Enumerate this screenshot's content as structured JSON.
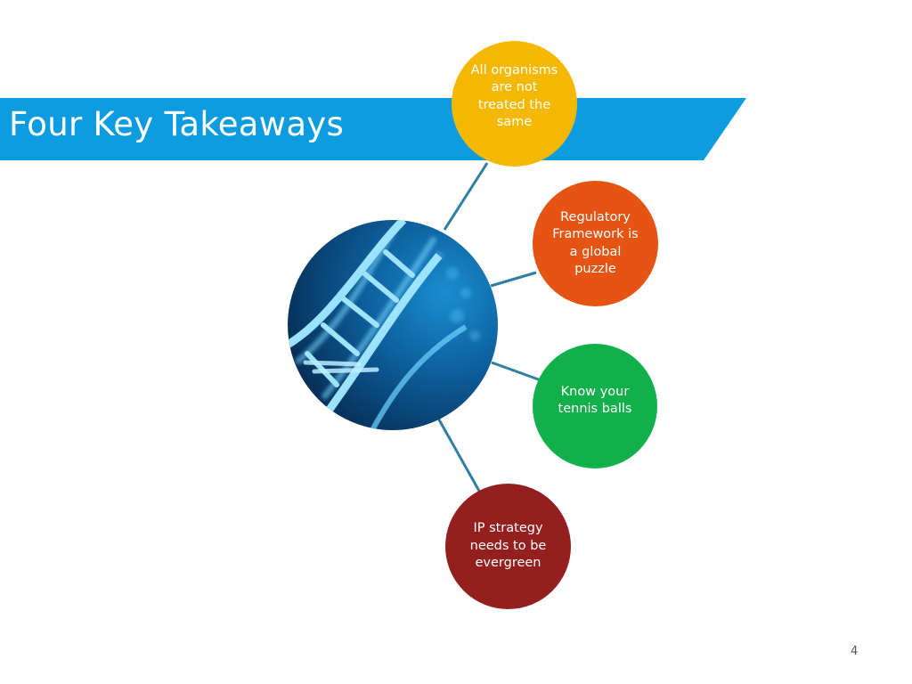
{
  "slide": {
    "title": "Four Key Takeaways",
    "page_number": "4"
  },
  "takeaways": [
    {
      "text": "All organisms\nare not\ntreated the\nsame",
      "color": "#f5b800"
    },
    {
      "text": "Regulatory\nFramework is\na global\npuzzle",
      "color": "#e55412"
    },
    {
      "text": "Know your\ntennis balls",
      "color": "#12b04b"
    },
    {
      "text": "IP strategy\nneeds to be\nevergreen",
      "color": "#93201f"
    }
  ],
  "colors": {
    "banner": "#0e9ce0",
    "connector": "#2f7fa3"
  },
  "image": {
    "subject": "dna-double-helix"
  }
}
